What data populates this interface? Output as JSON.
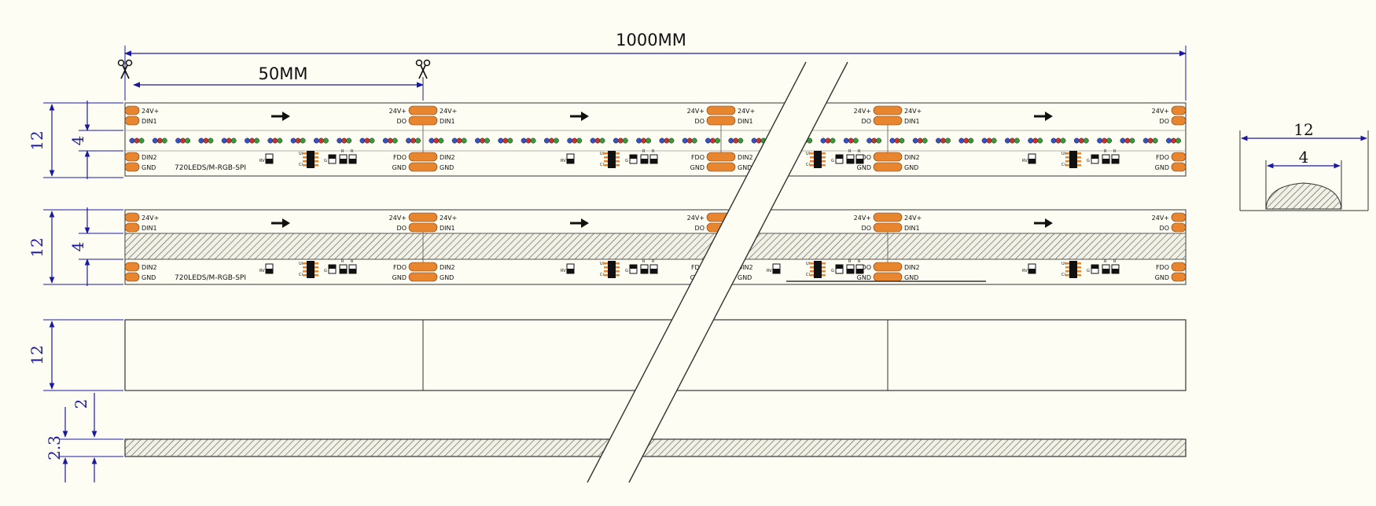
{
  "dimensions": {
    "total_length": "1000MM",
    "cut_length": "50MM",
    "width_12": "12",
    "width_4": "4",
    "dim_2": "2",
    "dim_2_3": "2.3"
  },
  "strip_text": {
    "vplus": "24V+",
    "din1": "DIN1",
    "din2": "DIN2",
    "gnd": "GND",
    "do": "DO",
    "fdo": "FDO",
    "model": "720LEDS/M-RGB-SPI",
    "rv": "RV",
    "ui": "Ui",
    "ci": "Ci",
    "g": "G",
    "r": "R"
  },
  "profile": {
    "width": "12",
    "led_width": "4"
  },
  "colors": {
    "pad": "#e8862f",
    "dimension_line": "#1a1aa0",
    "background": "#fefdf3",
    "led_red": "#c8322f",
    "led_green": "#3a9a3a",
    "led_blue": "#3650c8"
  }
}
